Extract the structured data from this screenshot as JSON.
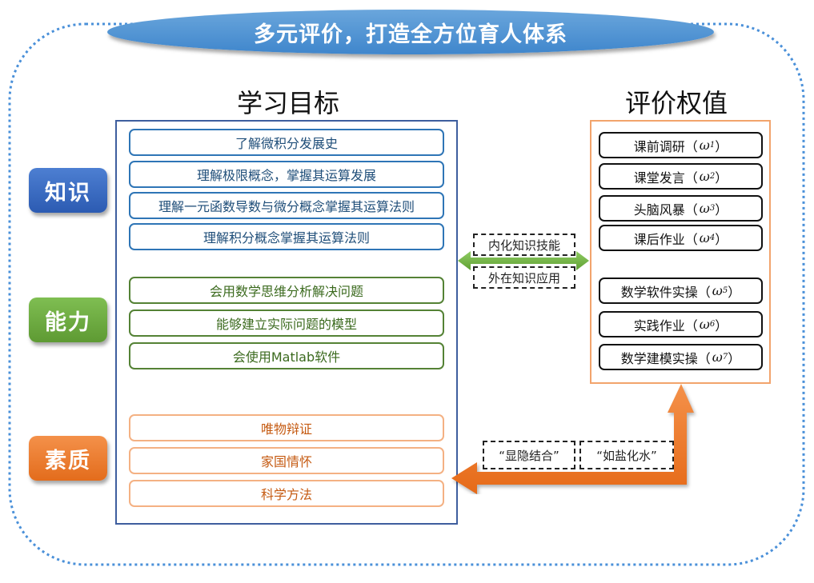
{
  "banner": {
    "title": "多元评价，打造全方位育人体系"
  },
  "colors": {
    "knowledge": "#2e75b6",
    "ability": "#548235",
    "quality": "#f4b183",
    "frame": "#4a90d9"
  },
  "categories": [
    {
      "label": "知识"
    },
    {
      "label": "能力"
    },
    {
      "label": "素质"
    }
  ],
  "goals": {
    "title": "学习目标",
    "knowledge": [
      "了解微积分发展史",
      "理解极限概念，掌握其运算发展",
      "理解一元函数导数与微分概念掌握其运算法则",
      "理解积分概念掌握其运算法则"
    ],
    "ability": [
      "会用数学思维分析解决问题",
      "能够建立实际问题的模型",
      "会使用Matlab软件"
    ],
    "quality": [
      "唯物辩证",
      "家国情怀",
      "科学方法"
    ]
  },
  "weights": {
    "title": "评价权值",
    "items": [
      {
        "label": "课前调研（",
        "symbol": "ω",
        "sub": "1",
        "close": "）"
      },
      {
        "label": "课堂发言（",
        "symbol": "ω",
        "sub": "2",
        "close": "）"
      },
      {
        "label": "头脑风暴（",
        "symbol": "ω",
        "sub": "3",
        "close": "）"
      },
      {
        "label": "课后作业（",
        "symbol": "ω",
        "sub": "4",
        "close": "）"
      },
      {
        "label": "数学软件实操（",
        "symbol": "ω",
        "sub": "5",
        "close": "）"
      },
      {
        "label": "实践作业（",
        "symbol": "ω",
        "sub": "6",
        "close": "）"
      },
      {
        "label": "数学建模实操（",
        "symbol": "ω",
        "sub": "7",
        "close": "）"
      }
    ]
  },
  "connectors": {
    "top": "内化知识技能",
    "bottom": "外在知识应用",
    "left_quote": "“显隐结合”",
    "right_quote": "“如盐化水”"
  }
}
